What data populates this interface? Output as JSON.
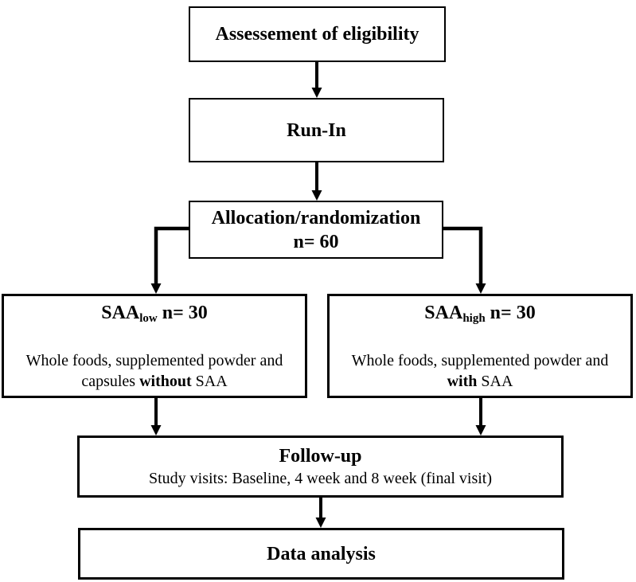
{
  "diagram": {
    "ink": "#000000",
    "background": "#ffffff",
    "boxes": {
      "eligibility": {
        "title": "Assessement of eligibility"
      },
      "run_in": {
        "title": "Run-In"
      },
      "allocation": {
        "title": "Allocation/randomization",
        "n_label": "n= 60"
      },
      "saa_low": {
        "group": "SAA",
        "group_sub": "low",
        "n_label": " n= 30",
        "desc_line1": "Whole foods, supplemented powder and",
        "desc2_pre": "capsules ",
        "desc2_bold": "without",
        "desc2_post": " SAA"
      },
      "saa_high": {
        "group": "SAA",
        "group_sub": "high",
        "n_label": " n= 30",
        "desc_line1": "Whole foods, supplemented powder and",
        "desc2_pre": "",
        "desc2_bold": "with",
        "desc2_post": " SAA"
      },
      "follow_up": {
        "title": "Follow-up",
        "subtitle": "Study visits: Baseline, 4 week and 8 week (final visit)"
      },
      "data_analysis": {
        "title": "Data analysis"
      }
    }
  }
}
